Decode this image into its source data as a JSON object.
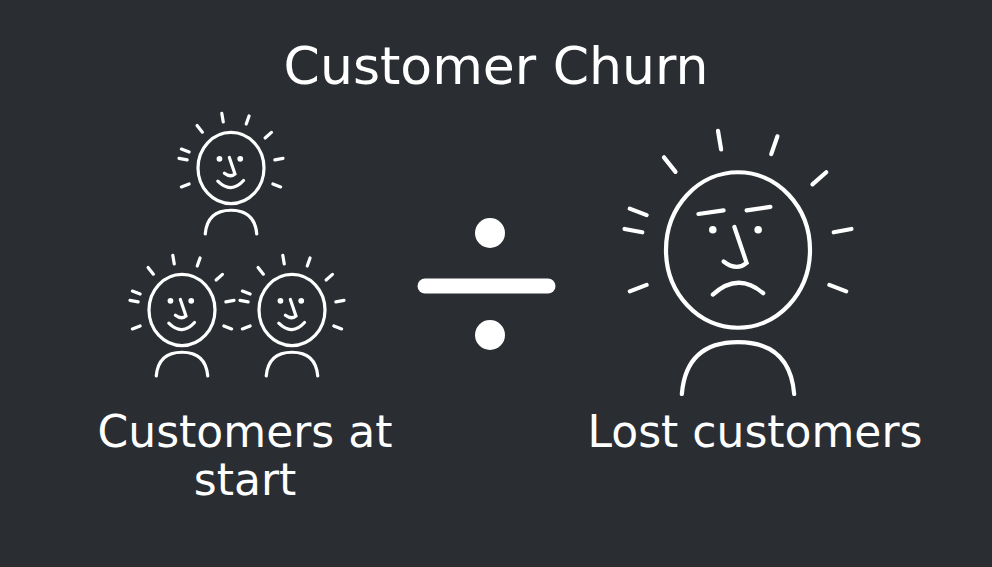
{
  "diagram": {
    "title": "Customer Churn",
    "labels": [
      "Customers at start",
      "Lost customers"
    ]
  }
}
